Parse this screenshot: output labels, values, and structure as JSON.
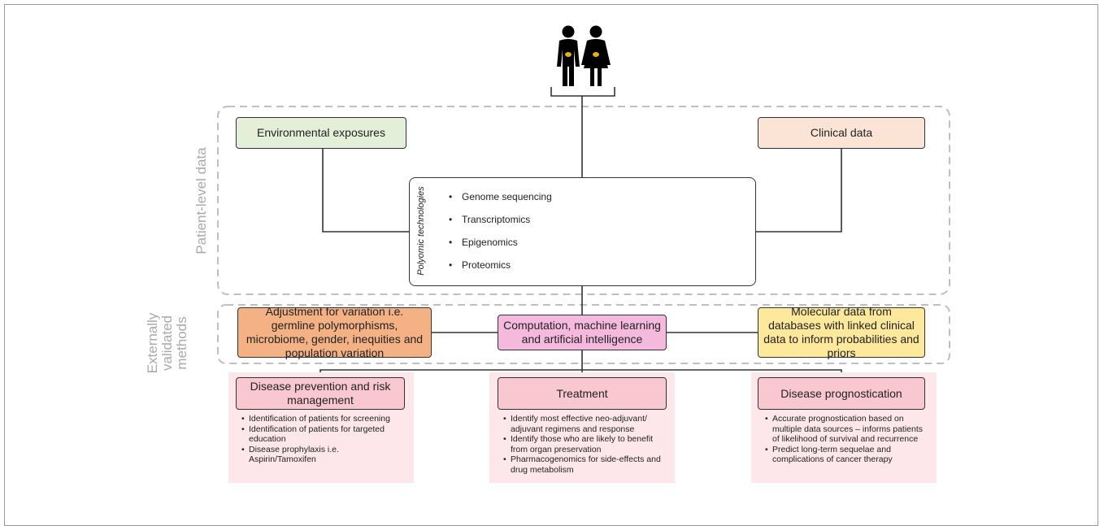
{
  "regions": {
    "patient_level": "Patient-level data",
    "externally_validated_line1": "Externally",
    "externally_validated_line2": "validated",
    "externally_validated_line3": "methods"
  },
  "top_boxes": {
    "environmental": "Environmental exposures",
    "clinical": "Clinical data"
  },
  "polyomic": {
    "vertical_label": "Polyomic technologies",
    "items": [
      "Genome sequencing",
      "Transcriptomics",
      "Epigenomics",
      "Proteomics"
    ]
  },
  "methods": {
    "left": "Adjustment for variation i.e. germline polymorphisms, microbiome, gender, inequities and population variation",
    "center": "Computation, machine learning and artificial intelligence",
    "right": "Molecular data from databases with linked clinical data to inform probabilities and priors"
  },
  "outcomes": [
    {
      "title": "Disease prevention and risk management",
      "bullets": [
        "Identification of patients for screening",
        "Identification of patients for targeted education",
        "Disease prophylaxis i.e. Aspirin/Tamoxifen"
      ]
    },
    {
      "title": "Treatment",
      "bullets": [
        "Identify most effective neo-adjuvant/ adjuvant regimens and response",
        "Identify those who are likely to benefit from organ preservation",
        "Pharmacogenomics for side-effects and drug metabolism"
      ]
    },
    {
      "title": "Disease prognostication",
      "bullets": [
        "Accurate prognostication based on multiple data sources – informs patients of likelihood of survival and recurrence",
        "Predict long-term sequelae and complications of cancer therapy"
      ]
    }
  ],
  "colors": {
    "environmental_fill": "#e3efd9",
    "clinical_fill": "#fbe3d5",
    "adjustment_fill": "#f4b183",
    "computation_fill": "#f5b9de",
    "molecular_fill": "#fde89b",
    "outcome_title_fill": "#f8c7cf",
    "outcome_panel_fill": "#fde7ea",
    "layer_blue": "#dce6f2",
    "layer_green": "#ebf1de",
    "dot_red": "#c0141c",
    "dot_green": "#92d050",
    "dot_orange": "#c55a11",
    "dashed_border": "#bfbfbf"
  },
  "icons": {
    "people": "man-and-woman-icon"
  }
}
